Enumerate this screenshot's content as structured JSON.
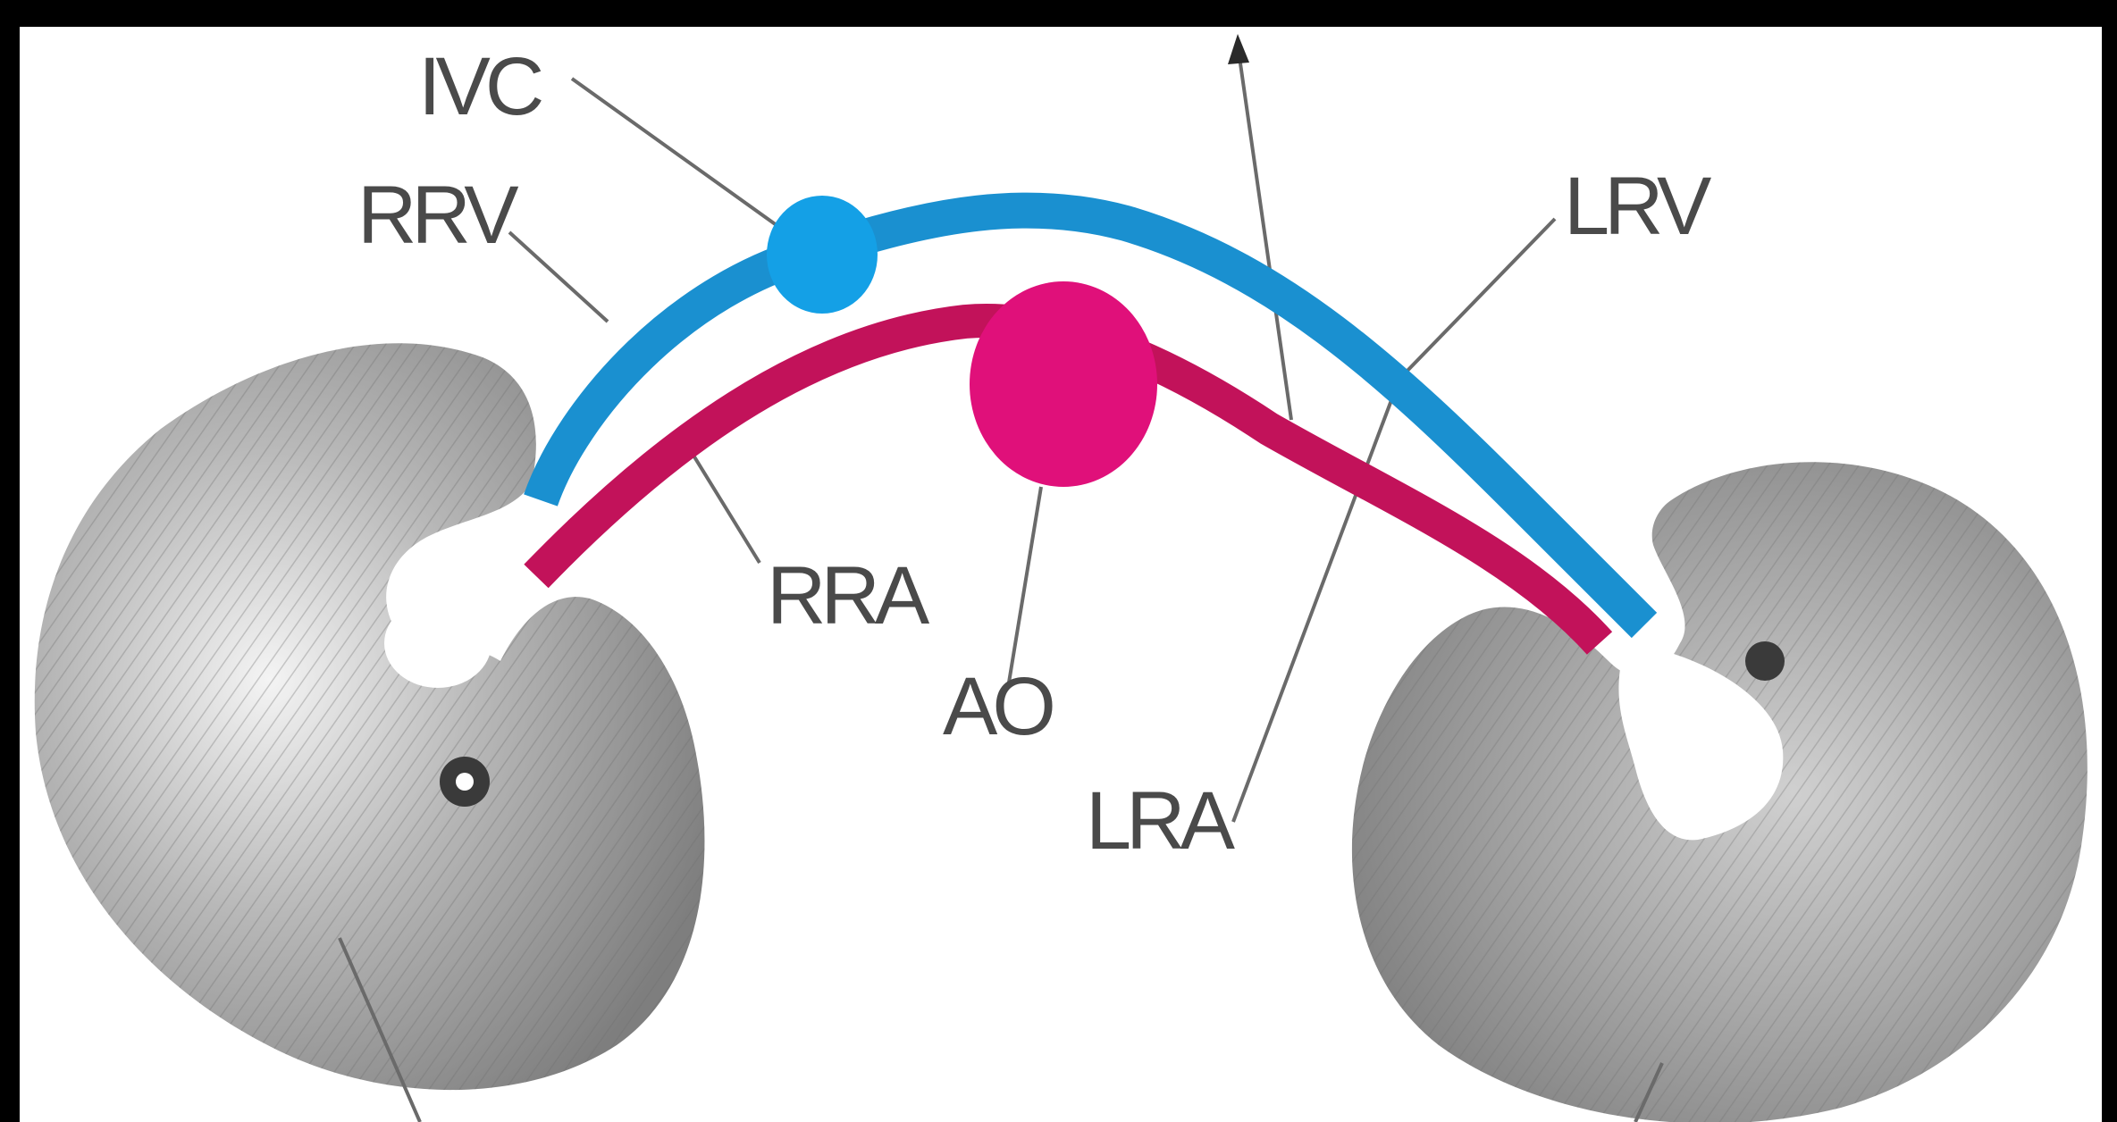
{
  "diagram": {
    "colors": {
      "frame": "#000000",
      "background": "#ffffff",
      "vein": "#1a90d0",
      "ivc": "#14a0e6",
      "artery": "#c2125a",
      "aorta": "#e0107a",
      "kidney": "#9a9a9a",
      "label_text": "#4a4a4a",
      "leader_line": "#6a6a6a"
    },
    "labels": {
      "ivc": "IVC",
      "rrv": "RRV",
      "lrv": "LRV",
      "rra": "RRA",
      "ao": "AO",
      "lra": "LRA"
    }
  }
}
